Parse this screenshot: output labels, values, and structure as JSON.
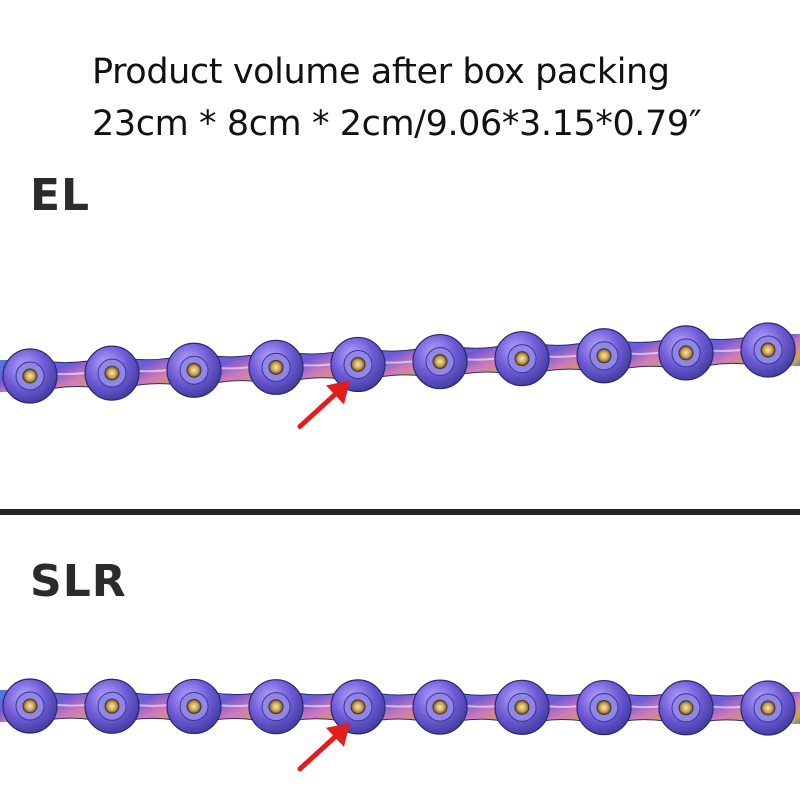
{
  "headline": {
    "line1": "Product volume after box packing",
    "line2": "23cm * 8cm * 2cm/9.06*3.15*0.79″"
  },
  "sections": [
    {
      "label": "EL",
      "link_count": 10
    },
    {
      "label": "SLR",
      "link_count": 10
    }
  ],
  "colors": {
    "chain_purple": "#6f5ad6",
    "chain_blue": "#4f7fd8",
    "chain_gold": "#c9a64a",
    "chain_pink": "#d17ab8",
    "arrow": "#e11d1d",
    "divider": "#222222",
    "text": "#111111"
  },
  "icons": {
    "pointer": "red-arrow-icon"
  }
}
